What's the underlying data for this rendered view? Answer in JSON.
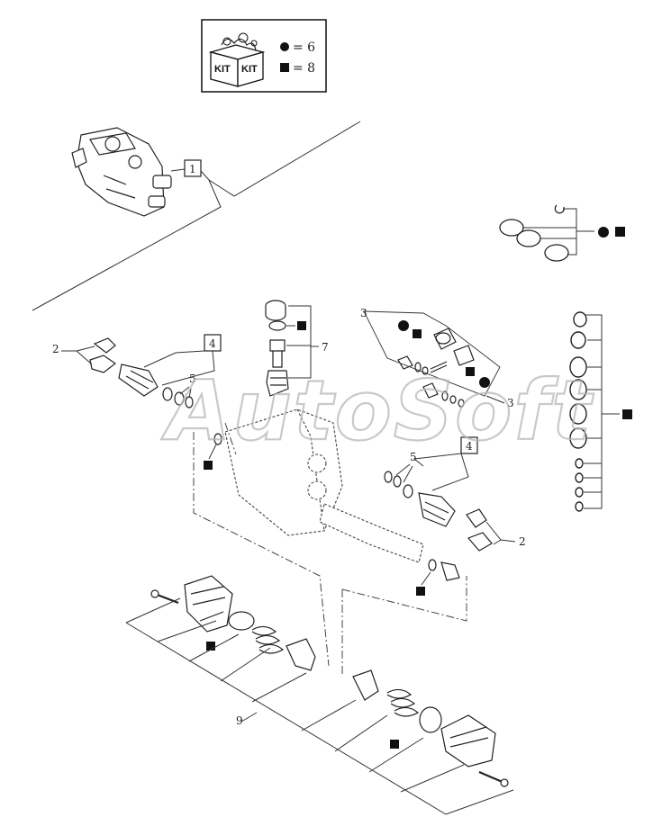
{
  "kit_legend": {
    "kit_words": [
      "KIT",
      "KIT"
    ],
    "circle_entry": "= 6",
    "square_entry": "= 8"
  },
  "callouts": {
    "item_1": "1",
    "item_2_left": "2",
    "item_2_right": "2",
    "item_3_top": "3",
    "item_3_mid": "3",
    "item_4_left": "4",
    "item_4_right": "4",
    "item_5_left": "5",
    "item_5_right": "5",
    "item_7": "7",
    "item_9": "9"
  },
  "watermark": "AutoSoft",
  "marker_colors": {
    "ink": "#111111",
    "line": "#333333",
    "watermark": "#b8b8b8"
  }
}
